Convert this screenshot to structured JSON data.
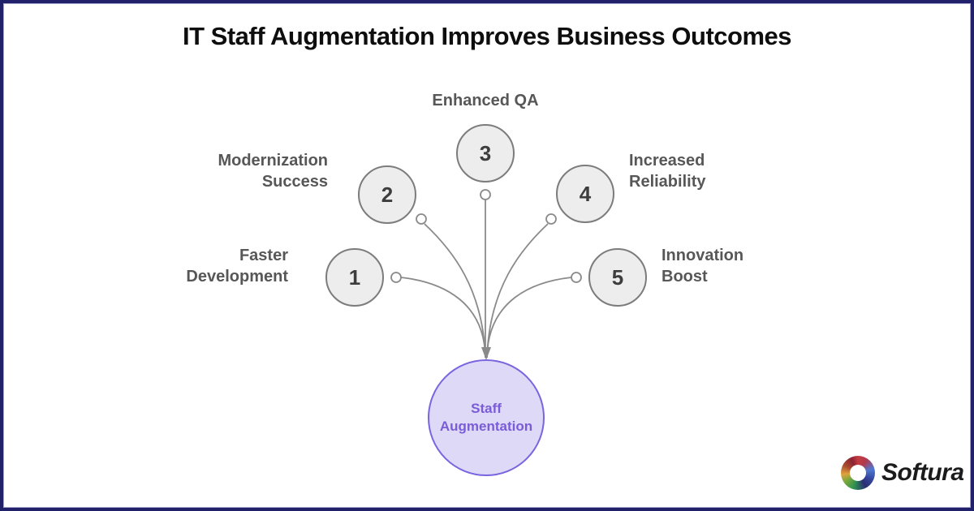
{
  "page": {
    "title": "IT Staff Augmentation Improves Business Outcomes"
  },
  "diagram": {
    "center": {
      "label": "Staff Augmentation",
      "lines": [
        "Staff",
        "Augmentation"
      ]
    },
    "nodes": [
      {
        "number": "1",
        "label": "Faster Development",
        "lines": [
          "Faster",
          "Development"
        ]
      },
      {
        "number": "2",
        "label": "Modernization Success",
        "lines": [
          "Modernization",
          "Success"
        ]
      },
      {
        "number": "3",
        "label": "Enhanced QA",
        "lines": [
          "Enhanced QA"
        ]
      },
      {
        "number": "4",
        "label": "Increased Reliability",
        "lines": [
          "Increased",
          "Reliability"
        ]
      },
      {
        "number": "5",
        "label": "Innovation Boost",
        "lines": [
          "Innovation",
          "Boost"
        ]
      }
    ]
  },
  "branding": {
    "logo_text": "Softura",
    "logo_icon": "softura-swirl-ring"
  },
  "colors": {
    "frame_border": "#20206b",
    "frame_inner_line": "#a9a9cf",
    "node_fill": "#ededed",
    "node_border": "#7c7c7c",
    "node_number": "#3d3d3d",
    "node_label": "#575757",
    "connector": "#8a8a8a",
    "center_fill": "#ded9f7",
    "center_border": "#7b64e0",
    "center_text": "#7a5cd8",
    "title_text": "#0e0e0e"
  }
}
